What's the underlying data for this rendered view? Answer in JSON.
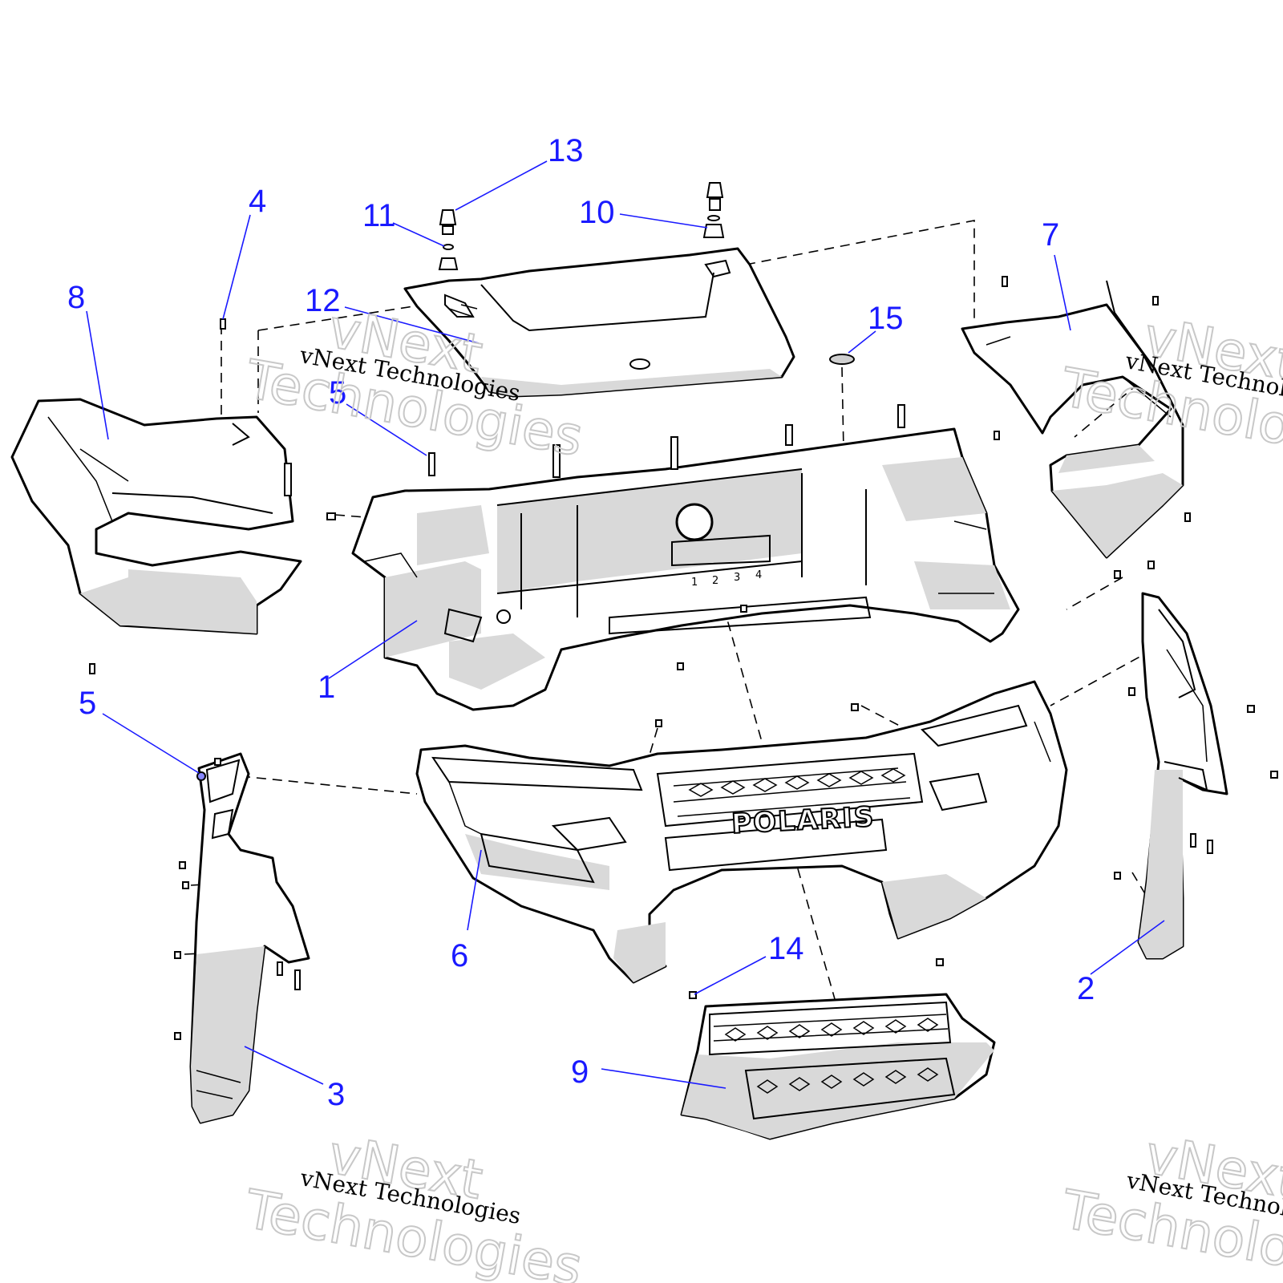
{
  "callouts": [
    {
      "label": "1"
    },
    {
      "label": "2"
    },
    {
      "label": "3"
    },
    {
      "label": "4"
    },
    {
      "label": "5"
    },
    {
      "label": "5"
    },
    {
      "label": "6"
    },
    {
      "label": "7"
    },
    {
      "label": "8"
    },
    {
      "label": "9"
    },
    {
      "label": "10"
    },
    {
      "label": "11"
    },
    {
      "label": "12"
    },
    {
      "label": "13"
    },
    {
      "label": "14"
    },
    {
      "label": "15"
    }
  ],
  "part_markings": {
    "logo": "POLARIS",
    "slot_numbers": [
      "1",
      "2",
      "3",
      "4"
    ]
  },
  "watermark": {
    "small_text": "vNext Technologies",
    "big_line1": "vNext",
    "big_line2": "Technologies"
  },
  "colors": {
    "callout": "#1a1aff",
    "line": "#000000",
    "shading": "#d9d9d9"
  }
}
